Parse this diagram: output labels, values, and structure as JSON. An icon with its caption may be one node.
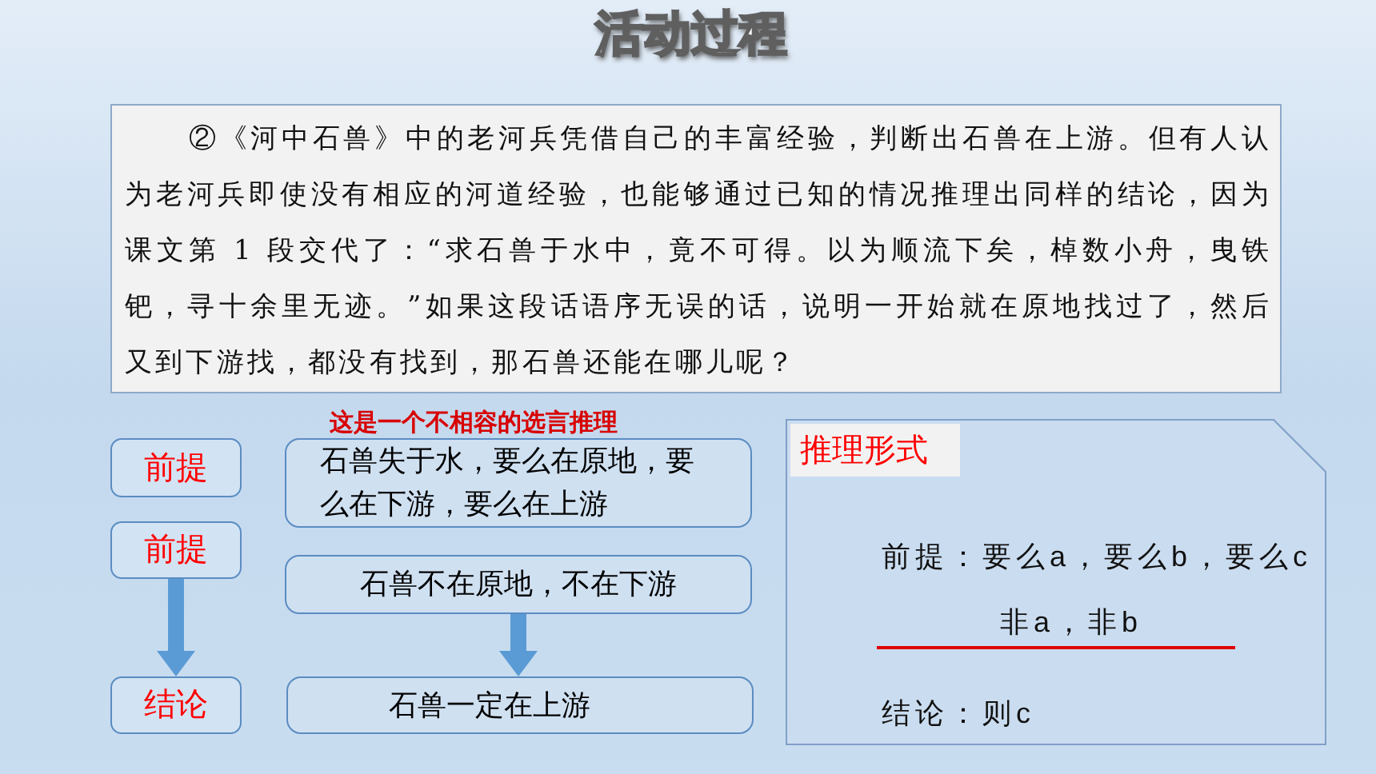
{
  "diagram": {
    "title": "活动过程",
    "nodes": [
      {
        "text": [
          "②《河中石兽》中的老河兵凭借自己的丰富经验，判断出石兽在上游。但有人认为老河兵即使没有相应的河道经验，也能够通过已知的情况推理出同样的结论，因为课文第 1 段交代了：“求石兽于水中，竟不可得。以为顺流下矣，棹数小舟，曳铁钯，寻十余里无迹。”如果这段话语序无误的话，说明一开始就在原地找过了，然后又到下游找，都没有找到，那石兽还能在哪儿呢？"
        ]
      },
      {
        "text": [
          "前提"
        ]
      },
      {
        "text": [
          "前提"
        ]
      },
      {
        "text": [
          "结论"
        ]
      },
      {
        "text": [
          "石兽失于水，要么在原地，要么在下游，要么在上游"
        ]
      },
      {
        "text": [
          "石兽不在原地，不在下游"
        ]
      },
      {
        "text": [
          "石兽一定在上游"
        ]
      },
      {
        "text": [
          "推理形式",
          "前提：要么a，要么b，要么c",
          "非a，非b",
          "结论：则c"
        ]
      }
    ],
    "edges": [
      {
        "from": 2,
        "to": 3,
        "arrow": "to"
      },
      {
        "from": 5,
        "to": 6,
        "arrow": "to"
      }
    ],
    "labels": [
      "这是一个不相容的选言推理"
    ]
  }
}
